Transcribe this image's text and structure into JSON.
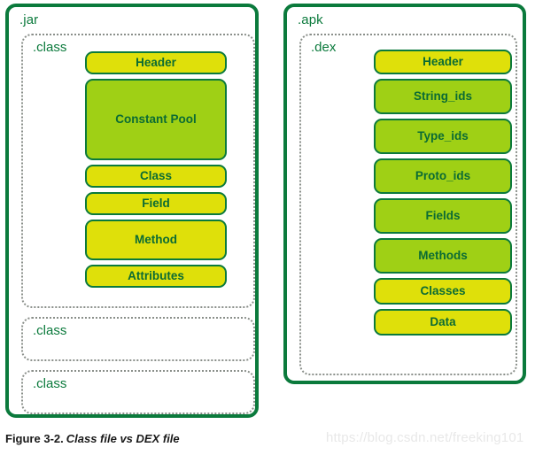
{
  "figure": {
    "caption_number": "Figure 3-2.",
    "caption_title": "Class file vs DEX file",
    "watermark": "https://blog.csdn.net/freeking101",
    "colors": {
      "outer_border": "#0b7a3c",
      "dotted_border": "#8a8f8a",
      "block_yellow": "#dfe00a",
      "block_green": "#9fd015",
      "block_border": "#0b7a3c",
      "text_green": "#0b6b34",
      "background": "#ffffff",
      "watermark": "#e8e8e8"
    }
  },
  "left_panel": {
    "archive_label": ".jar",
    "members": [
      {
        "label": ".class",
        "blocks": [
          {
            "label": "Header",
            "color": "yellow",
            "height": 26
          },
          {
            "label": "Constant Pool",
            "color": "green",
            "height": 92
          },
          {
            "label": "Class",
            "color": "yellow",
            "height": 26
          },
          {
            "label": "Field",
            "color": "yellow",
            "height": 26
          },
          {
            "label": "Method",
            "color": "yellow",
            "height": 46
          },
          {
            "label": "Attributes",
            "color": "yellow",
            "height": 26
          }
        ]
      },
      {
        "label": ".class",
        "blocks": []
      },
      {
        "label": ".class",
        "blocks": []
      }
    ]
  },
  "right_panel": {
    "archive_label": ".apk",
    "members": [
      {
        "label": ".dex",
        "blocks": [
          {
            "label": "Header",
            "color": "yellow",
            "height": 28
          },
          {
            "label": "String_ids",
            "color": "green",
            "height": 40
          },
          {
            "label": "Type_ids",
            "color": "green",
            "height": 40
          },
          {
            "label": "Proto_ids",
            "color": "green",
            "height": 40
          },
          {
            "label": "Fields",
            "color": "green",
            "height": 40
          },
          {
            "label": "Methods",
            "color": "green",
            "height": 40
          },
          {
            "label": "Classes",
            "color": "yellow",
            "height": 30
          },
          {
            "label": "Data",
            "color": "yellow",
            "height": 30
          }
        ]
      }
    ]
  }
}
